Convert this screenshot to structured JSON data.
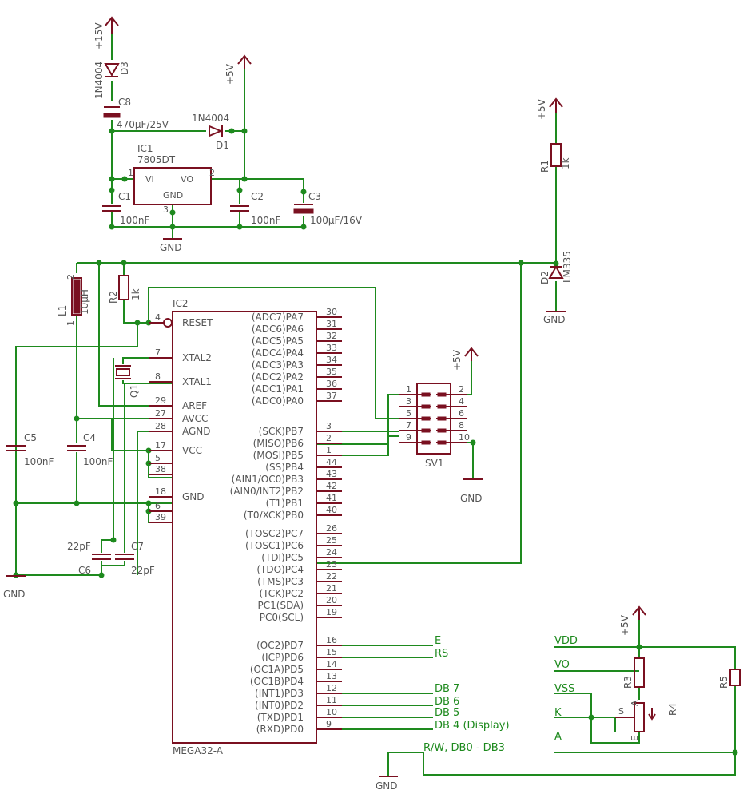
{
  "supply": {
    "v15": "+15V",
    "v5": "+5V",
    "gnd": "GND"
  },
  "parts": {
    "d3": {
      "name": "D3",
      "value": "1N4004"
    },
    "c8": {
      "name": "C8",
      "value": "470µF/25V"
    },
    "d1": {
      "name": "D1",
      "value": "1N4004"
    },
    "ic1": {
      "name": "IC1",
      "value": "7805DT",
      "vi": "VI",
      "vo": "VO",
      "gnd": "GND",
      "p1": "1",
      "p2": "2",
      "p3": "3"
    },
    "c1": {
      "name": "C1",
      "value": "100nF"
    },
    "c2": {
      "name": "C2",
      "value": "100nF"
    },
    "c3": {
      "name": "C3",
      "value": "100µF/16V"
    },
    "r1": {
      "name": "R1",
      "value": "1k"
    },
    "d2": {
      "name": "D2",
      "value": "LM335"
    },
    "l1": {
      "name": "L1",
      "value": "10µH",
      "p1": "1",
      "p2": "2"
    },
    "r2": {
      "name": "R2",
      "value": "1k"
    },
    "c5": {
      "name": "C5",
      "value": "100nF"
    },
    "c4": {
      "name": "C4",
      "value": "100nF"
    },
    "q1": {
      "name": "Q1"
    },
    "c6": {
      "name": "C6",
      "value": "22pF"
    },
    "c7": {
      "name": "C7",
      "value": "22pF"
    },
    "sv1": {
      "name": "SV1",
      "pins": [
        "1",
        "2",
        "3",
        "4",
        "5",
        "6",
        "7",
        "8",
        "9",
        "10"
      ]
    },
    "r3": {
      "name": "R3"
    },
    "r4": {
      "name": "R4",
      "s": "S",
      "a": "A",
      "e": "E"
    },
    "r5": {
      "name": "R5"
    }
  },
  "ic2": {
    "name": "IC2",
    "value": "MEGA32-A",
    "left_pins": [
      {
        "num": "4",
        "label": "RESET"
      },
      {
        "num": "7",
        "label": "XTAL2"
      },
      {
        "num": "8",
        "label": "XTAL1"
      },
      {
        "num": "29",
        "label": "AREF"
      },
      {
        "num": "27",
        "label": "AVCC"
      },
      {
        "num": "28",
        "label": "AGND"
      },
      {
        "num": "17",
        "label": "VCC"
      },
      {
        "num": "5",
        "label": ""
      },
      {
        "num": "38",
        "label": ""
      },
      {
        "num": "18",
        "label": "GND"
      },
      {
        "num": "6",
        "label": ""
      },
      {
        "num": "39",
        "label": ""
      }
    ],
    "right_pins": [
      {
        "num": "30",
        "label": "(ADC7)PA7"
      },
      {
        "num": "31",
        "label": "(ADC6)PA6"
      },
      {
        "num": "32",
        "label": "(ADC5)PA5"
      },
      {
        "num": "33",
        "label": "(ADC4)PA4"
      },
      {
        "num": "34",
        "label": "(ADC3)PA3"
      },
      {
        "num": "35",
        "label": "(ADC2)PA2"
      },
      {
        "num": "36",
        "label": "(ADC1)PA1"
      },
      {
        "num": "37",
        "label": "(ADC0)PA0"
      },
      {
        "num": "3",
        "label": "(SCK)PB7"
      },
      {
        "num": "2",
        "label": "(MISO)PB6"
      },
      {
        "num": "1",
        "label": "(MOSI)PB5"
      },
      {
        "num": "44",
        "label": "(SS)PB4"
      },
      {
        "num": "43",
        "label": "(AIN1/OC0)PB3"
      },
      {
        "num": "42",
        "label": "(AIN0/INT2)PB2"
      },
      {
        "num": "41",
        "label": "(T1)PB1"
      },
      {
        "num": "40",
        "label": "(T0/XCK)PB0"
      },
      {
        "num": "26",
        "label": "(TOSC2)PC7"
      },
      {
        "num": "25",
        "label": "(TOSC1)PC6"
      },
      {
        "num": "24",
        "label": "(TDI)PC5"
      },
      {
        "num": "23",
        "label": "(TDO)PC4"
      },
      {
        "num": "22",
        "label": "(TMS)PC3"
      },
      {
        "num": "21",
        "label": "(TCK)PC2"
      },
      {
        "num": "20",
        "label": "PC1(SDA)"
      },
      {
        "num": "19",
        "label": "PC0(SCL)"
      },
      {
        "num": "16",
        "label": "(OC2)PD7"
      },
      {
        "num": "15",
        "label": "(ICP)PD6"
      },
      {
        "num": "14",
        "label": "(OC1A)PD5"
      },
      {
        "num": "13",
        "label": "(OC1B)PD4"
      },
      {
        "num": "12",
        "label": "(INT1)PD3"
      },
      {
        "num": "11",
        "label": "(INT0)PD2"
      },
      {
        "num": "10",
        "label": "(TXD)PD1"
      },
      {
        "num": "9",
        "label": "(RXD)PD0"
      }
    ]
  },
  "lcd_nets": {
    "e": "E",
    "rs": "RS",
    "db7": "DB 7",
    "db6": "DB 6",
    "db5": "DB 5",
    "db4": "DB 4 (Display)",
    "vdd": "VDD",
    "vo": "VO",
    "vss": "VSS",
    "k": "K",
    "a": "A",
    "rw": "R/W,  DB0 - DB3"
  }
}
